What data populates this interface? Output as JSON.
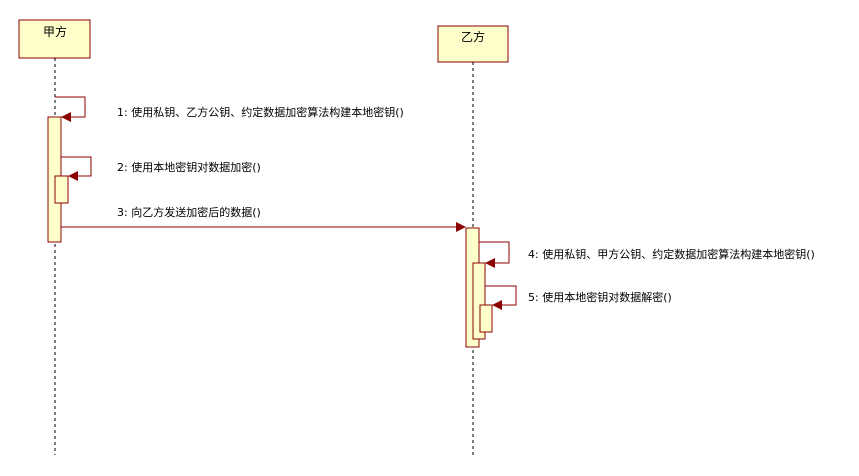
{
  "lifelines": {
    "party_a": "甲方",
    "party_b": "乙方"
  },
  "messages": [
    {
      "number": "1",
      "text": "使用私钥、乙方公钥、约定数据加密算法构建本地密钥()"
    },
    {
      "number": "2",
      "text": "使用本地密钥对数据加密()"
    },
    {
      "number": "3",
      "text": "向乙方发送加密后的数据()"
    },
    {
      "number": "4",
      "text": "使用私钥、甲方公钥、约定数据加密算法构建本地密钥()"
    },
    {
      "number": "5",
      "text": "使用本地密钥对数据解密()"
    }
  ],
  "colors": {
    "box_fill": "#ffffcc",
    "arrow": "#8b0000",
    "text": "#000000"
  }
}
